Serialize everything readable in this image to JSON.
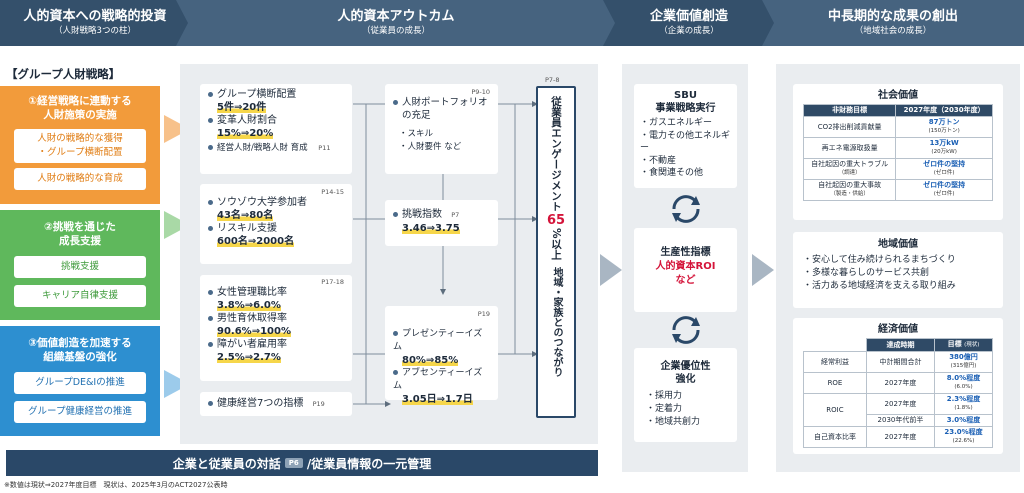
{
  "headers": [
    {
      "title": "人的資本への戦略的投資",
      "sub": "（人財戦略3つの柱）"
    },
    {
      "title": "人的資本アウトカム",
      "sub": "（従業員の成長）"
    },
    {
      "title": "企業価値創造",
      "sub": "（企業の成長）"
    },
    {
      "title": "中長期的な成果の創出",
      "sub": "（地域社会の成長）"
    }
  ],
  "group_label": "【グループ人財戦略】",
  "pillar1": {
    "title1": "①経営戦略に連動する",
    "title2": "人財施策の実施",
    "item1a": "人財の戦略的な獲得",
    "item1b": "・グループ横断配置",
    "item2": "人財の戦略的な育成"
  },
  "pillar2": {
    "title1": "②挑戦を通じた",
    "title2": "成長支援",
    "item1": "挑戦支援",
    "item2": "キャリア自律支援"
  },
  "pillar3": {
    "title1": "③価値創造を加速する",
    "title2": "組織基盤の強化",
    "item1": "グループDE&Iの推進",
    "item2": "グループ健康経営の推進"
  },
  "kpi1": {
    "l1": "グループ横断配置",
    "v1": "5件⇒20件",
    "l2": "変革人財割合",
    "v2": "15%⇒20%",
    "l3": "経営人財/戦略人財 育成",
    "p3": "P11"
  },
  "kpi2": {
    "page": "P14-15",
    "l1": "ソウゾウ大学参加者",
    "v1": "43名⇒80名",
    "l2": "リスキル支援",
    "v2": "600名⇒2000名"
  },
  "kpi3": {
    "page": "P17-18",
    "l1": "女性管理職比率",
    "v1": "3.8%⇒6.0%",
    "l2": "男性育休取得率",
    "v2": "90.6%⇒100%",
    "l3": "障がい者雇用率",
    "v3": "2.5%⇒2.7%"
  },
  "kpi4": {
    "l1": "健康経営7つの指標",
    "page": "P19"
  },
  "out1": {
    "page": "P9-10",
    "l1": "人財ポートフォリオ",
    "l2": "の充足",
    "s1": "・スキル",
    "s2": "・人財要件 など"
  },
  "out2": {
    "l1": "挑戦指数",
    "page": "P7",
    "v1": "3.46⇒3.75"
  },
  "out3": {
    "page": "P19",
    "l1": "プレゼンティーイズム",
    "v1": "80%⇒85%",
    "l2": "アブセンティーイズム",
    "v2": "3.05日⇒1.7日"
  },
  "eng": {
    "page": "P7-8",
    "top": "従業員エンゲージメント",
    "num": "65",
    "unit": "%以上",
    "bottom": "地域・家族とのつながり"
  },
  "bottom_bar": {
    "a": "企業と従業員の対話",
    "p": "P6",
    "b": "/従業員情報の一元管理"
  },
  "footnote": "※数値は現状⇒2027年度目標　現状は、2025年3月のACT2027公表時",
  "value": {
    "sbu1": "SBU",
    "sbu2": "事業戦略実行",
    "items": [
      "・ガスエネルギー",
      "・電力その他エネルギー",
      "・不動産",
      "・食関連その他"
    ],
    "prod1": "生産性指標",
    "prod2": "人的資本ROI",
    "prod3": "など",
    "adv1": "企業優位性",
    "adv2": "強化",
    "adv_items": [
      "・採用力",
      "・定着力",
      "・地域共創力"
    ]
  },
  "social": {
    "title": "社会価値",
    "h1": "非財務目標",
    "h2": "2027年度（2030年度）",
    "rows": [
      {
        "k": "CO2排出削減貢献量",
        "k2": "",
        "v": "87万トン",
        "v2": "(150万トン)"
      },
      {
        "k": "再エネ電源取扱量",
        "k2": "",
        "v": "13万kW",
        "v2": "(20万kW)"
      },
      {
        "k": "自社起因の重大トラブル",
        "k2": "（調達）",
        "v": "ゼロ件の堅持",
        "v2": "(ゼロ件)"
      },
      {
        "k": "自社起因の重大事故",
        "k2": "（製造・供給）",
        "v": "ゼロ件の堅持",
        "v2": "(ゼロ件)"
      }
    ]
  },
  "regional": {
    "title": "地域価値",
    "items": [
      "・安心して住み続けられるまちづくり",
      "・多様な暮らしのサービス共創",
      "・活力ある地域経済を支える取り組み"
    ]
  },
  "economic": {
    "title": "経済価値",
    "h1": "達成時期",
    "h2": "目標",
    "h2s": "(現状)",
    "rows": [
      {
        "k": "経常利益",
        "p": "中計期間合計",
        "v": "380億円",
        "v2": "(315億円)"
      },
      {
        "k": "ROE",
        "p": "2027年度",
        "v": "8.0%程度",
        "v2": "(6.0%)"
      },
      {
        "k": "ROIC",
        "p": "2027年度",
        "v": "2.3%程度",
        "v2": "(1.8%)"
      },
      {
        "k": "",
        "p": "2030年代前半",
        "v": "3.0%程度",
        "v2": ""
      },
      {
        "k": "自己資本比率",
        "p": "2027年度",
        "v": "23.0%程度",
        "v2": "(22.6%)"
      }
    ]
  },
  "colors": {
    "orange": "#f29b3b",
    "green": "#5fb85c",
    "blue": "#2d8fd0",
    "navy": "#2a4868",
    "header": "#3f5a75",
    "red": "#d4143a"
  }
}
